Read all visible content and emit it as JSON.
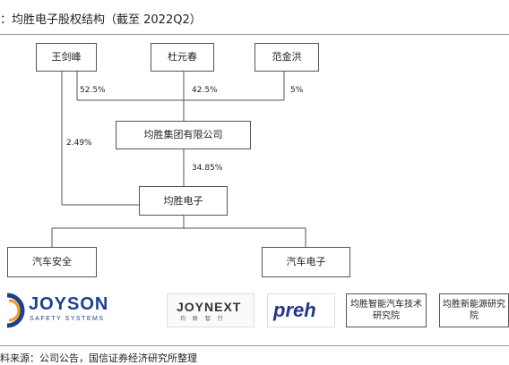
{
  "title": "：均胜电子股权结构（截至 2022Q2）",
  "shareholders": {
    "wang": "王剑峰",
    "du": "杜元春",
    "fan": "范金洪"
  },
  "group": "均胜集团有限公司",
  "company": "均胜电子",
  "subsidiaries": {
    "safety": "汽车安全",
    "electronics": "汽车电子"
  },
  "percentages": {
    "wang_group": "52.5%",
    "du_group": "42.5%",
    "fan_group": "5%",
    "wang_company": "2.49%",
    "group_company": "34.85%"
  },
  "logos": {
    "joyson_name": "JOYSON",
    "joyson_sub": "SAFETY SYSTEMS",
    "joynext_name": "JOYNEXT",
    "joynext_sub": "均 联 智 行",
    "preh": "preh",
    "institute_smart": "均胜智能汽车技术研究院",
    "institute_energy": "均胜新能源研究院"
  },
  "colors": {
    "joyson_blue": "#1f3f8f",
    "joyson_orange": "#f39a1e",
    "preh_blue": "#27348b",
    "joynext_red": "#d62b3a"
  },
  "source": "料来源：公司公告，国信证券经济研究所整理"
}
